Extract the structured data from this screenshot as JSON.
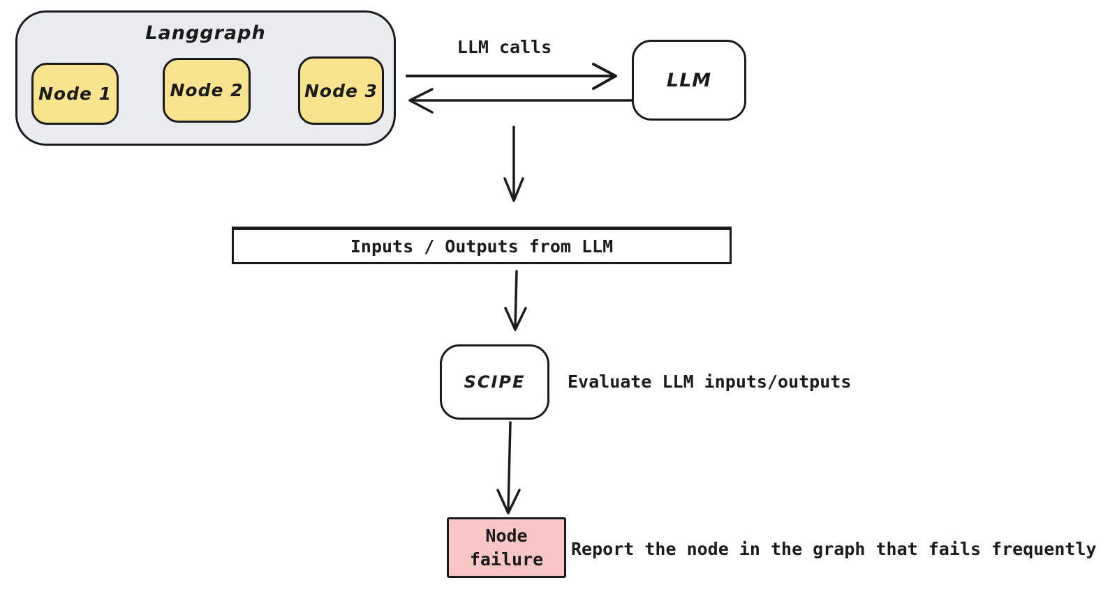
{
  "diagram": {
    "langgraph": {
      "title": "Langgraph",
      "nodes": [
        {
          "label": "Node 1"
        },
        {
          "label": "Node 2"
        },
        {
          "label": "Node 3"
        }
      ]
    },
    "llm": {
      "label": "LLM"
    },
    "llm_calls_label": "LLM calls",
    "io_box": {
      "label": "Inputs / Outputs from LLM"
    },
    "scipe": {
      "label": "SCIPE",
      "annotation": "Evaluate LLM inputs/outputs"
    },
    "node_failure": {
      "label_line1": "Node",
      "label_line2": "failure",
      "annotation": "Report the node in the graph that fails frequently"
    }
  },
  "colors": {
    "background": "#ffffff",
    "stroke": "#1b1b1b",
    "langgraph_fill": "#e9ecee",
    "node_fill": "#f8e48e",
    "llm_fill": "#ffffff",
    "io_fill": "#ffffff",
    "scipe_fill": "#ffffff",
    "failure_fill": "#f9c6c6"
  }
}
